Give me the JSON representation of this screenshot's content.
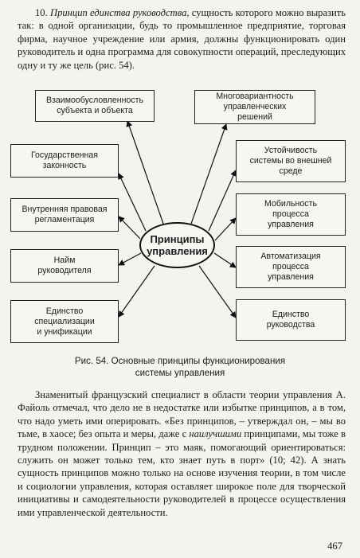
{
  "paragraph1": {
    "number": "10.",
    "italic_lead": "Принцип единства руководства,",
    "text": " сущность которого можно выразить так: в одной организации, будь то промышленное предприятие, торговая фирма, научное учреждение или армия, должны функционировать один руководитель и одна программа для совокупности операций, преследующих одну и ту же цель (рис. 54)."
  },
  "diagram": {
    "center": "Принципы\nуправления",
    "left_boxes": [
      "Взаимообусловленность\nсубъекта и объекта",
      "Государственная\nзаконность",
      "Внутренняя правовая\nрегламентация",
      "Найм\nруководителя",
      "Единство\nспециализации\nи унификации"
    ],
    "right_boxes": [
      "Многовариантность\nуправленческих\nрешений",
      "Устойчивость\nсистемы во внешней\nсреде",
      "Мобильность\nпроцесса\nуправления",
      "Автоматизация\nпроцесса\nуправления",
      "Единство\nруководства"
    ]
  },
  "caption": "Рис. 54. Основные принципы функционирования\nсистемы управления",
  "paragraph2": {
    "text_before": "Знаменитый французский специалист в области теории управления А. Файоль отмечал, что дело не в недостатке или избытке принципов, а в том, что надо уметь ими оперировать. «Без принципов, – утверждал он, – мы во тьме, в хаосе; без опыта и меры, даже с ",
    "italic": "наилучшими",
    "text_after": " принципами, мы тоже в трудном положении. Принцип – это маяк, помогающий ориентироваться: служить он может только тем, кто знает путь в порт» (10; 42). А знать сущность принципов можно только на основе изучения теории, в том числе и социологии управления, которая оставляет широкое поле для творческой инициативы и самодеятельности руководителей в процессе осуществления ими управленческой деятельности."
  },
  "page_number": "467"
}
